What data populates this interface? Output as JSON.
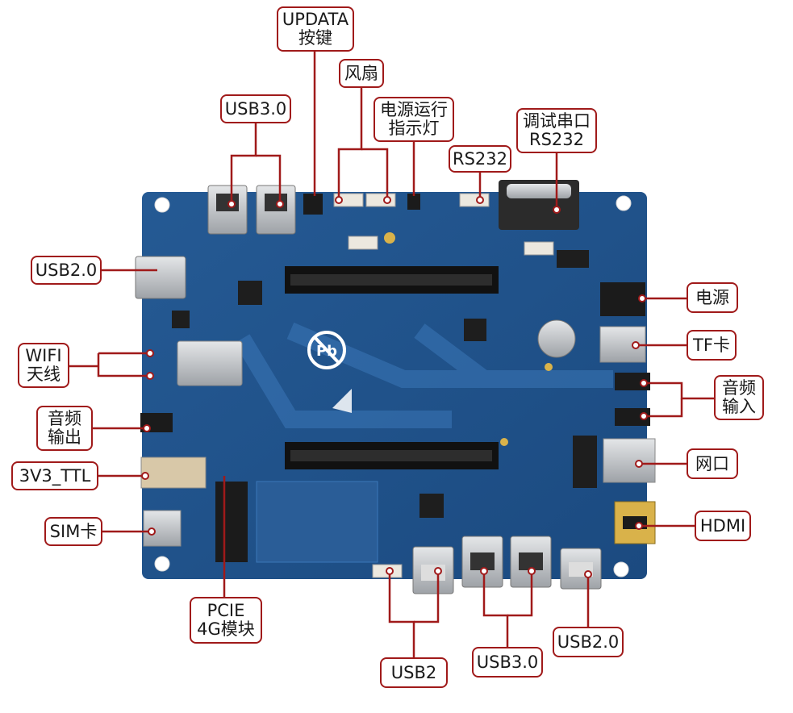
{
  "colors": {
    "accent": "#a01a1a",
    "board": "#1f4f86",
    "board_dark": "#163a66",
    "board_light": "#3470b0",
    "metal": "#c9ccd0",
    "connector_black": "#1b1b1b",
    "connector_white": "#ece8df"
  },
  "labels": {
    "updata": [
      "UPDATA",
      "按键"
    ],
    "usb30_top": [
      "USB3.0"
    ],
    "fan": [
      "风扇"
    ],
    "power_led": [
      "电源运行",
      "指示灯"
    ],
    "rs232": [
      "RS232"
    ],
    "debug_serial": [
      "调试串口",
      "RS232"
    ],
    "usb20_left": [
      "USB2.0"
    ],
    "power": [
      "电源"
    ],
    "tf_card": [
      "TF卡"
    ],
    "wifi": [
      "WIFI",
      "天线"
    ],
    "audio_in": [
      "音频",
      "输入"
    ],
    "audio_out": [
      "音频",
      "输出"
    ],
    "ethernet": [
      "网口"
    ],
    "ttl": [
      "3V3_TTL"
    ],
    "hdmi": [
      "HDMI"
    ],
    "sim": [
      "SIM卡"
    ],
    "pcie": [
      "PCIE",
      "4G模块"
    ],
    "usb2_bottom": [
      "USB2"
    ],
    "usb30_bottom": [
      "USB3.0"
    ],
    "usb20_bottom": [
      "USB2.0"
    ]
  },
  "board_icons": [
    "no-lead-icon",
    "warning-triangle-icon"
  ]
}
